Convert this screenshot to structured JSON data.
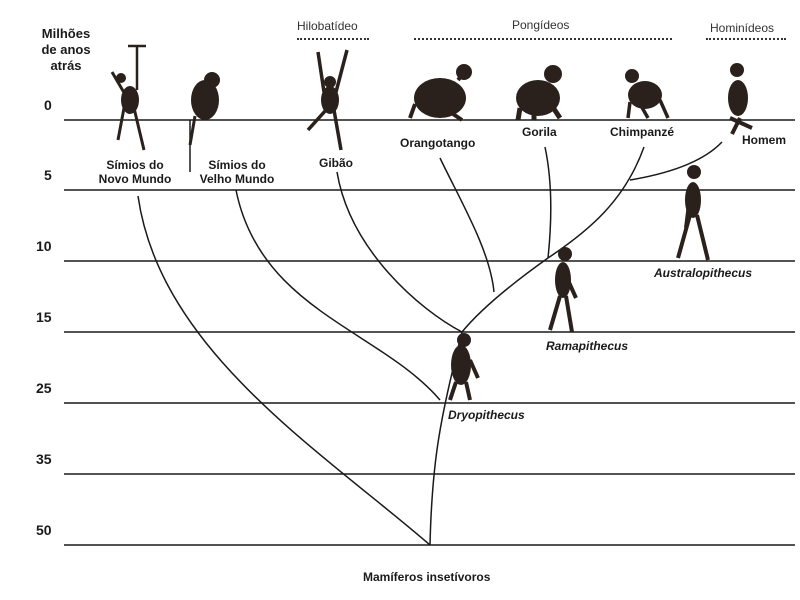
{
  "axis": {
    "title_line1": "Milhões",
    "title_line2": "de anos",
    "title_line3": "atrás",
    "ticks": [
      "0",
      "5",
      "10",
      "15",
      "25",
      "35",
      "50"
    ]
  },
  "groups": {
    "hylobatid": "Hilobatídeo",
    "pongid": "Pongídeos",
    "hominid": "Hominídeos"
  },
  "taxa": {
    "new_world_1": "Símios do",
    "new_world_2": "Novo Mundo",
    "old_world_1": "Símios do",
    "old_world_2": "Velho Mundo",
    "gibbon": "Gibão",
    "orangutan": "Orangotango",
    "gorilla": "Gorila",
    "chimpanzee": "Chimpanzé",
    "human": "Homem"
  },
  "ancestors": {
    "australopithecus": "Australopithecus",
    "ramapithecus": "Ramapithecus",
    "dryopithecus": "Dryopithecus"
  },
  "root": "Mamíferos insetívoros",
  "colors": {
    "line": "#1a1a1a",
    "silhouette": "#2b211c"
  }
}
